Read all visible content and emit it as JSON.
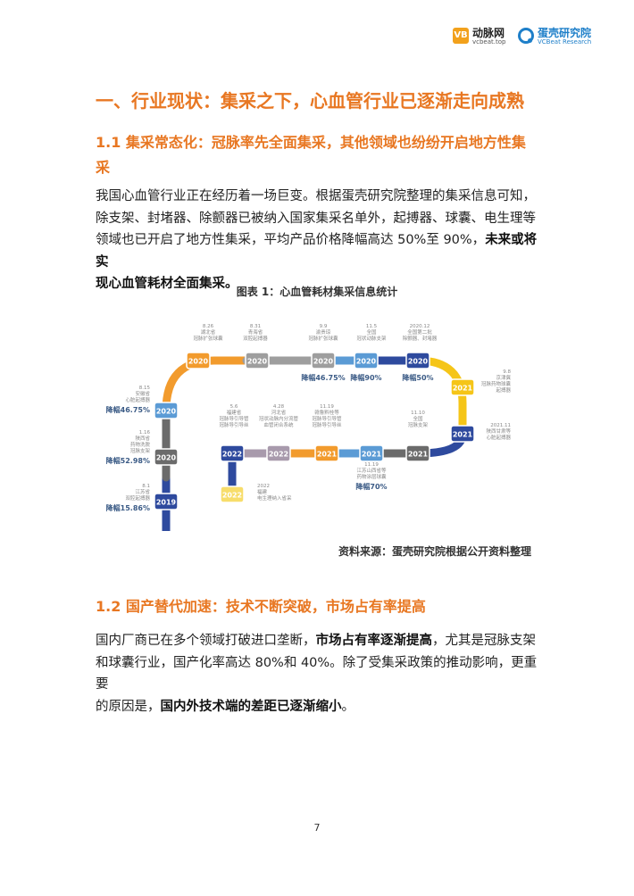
{
  "header": {
    "logo1_mark": "VB",
    "logo1_name": "动脉网",
    "logo1_url": "vcbeat.top",
    "logo2_name": "蛋壳研究院",
    "logo2_sub": "VCBeat Research"
  },
  "heading1": "一、行业现状：集采之下，心血管行业已逐渐走向成熟",
  "section1": {
    "title_line1": "1.1 集采常态化：冠脉率先全面集采，其他领域也纷纷开启地方性集",
    "title_line2": "采",
    "para_lines": [
      "我国心血管行业正在经历着一场巨变。根据蛋壳研究院整理的集采信息可知，",
      "除支架、封堵器、除颤器已被纳入国家集采名单外，起搏器、球囊、电生理等",
      "领域也已开启了地方性集采，平均产品价格降幅高达 50%至 90%，"
    ],
    "para_bold_tail": "未来或将实",
    "para_bold_line": "现心血管耗材全面集采。"
  },
  "figure": {
    "caption": "图表 1：心血管耗材集采信息统计",
    "source": "资料来源：蛋壳研究院根据公开资料整理",
    "colors": {
      "orange": "#f29b2d",
      "grey": "#9e9e9e",
      "blue": "#5b9bd5",
      "navy": "#2e4a9e",
      "yellow": "#f5c518",
      "mauve": "#a89aac",
      "darkgrey": "#6b6b6b",
      "lightyellow": "#f7dd6b"
    },
    "stations": [
      {
        "label": "2019",
        "note": [
          "8.1",
          "江苏省",
          "双腔起搏器"
        ],
        "drop": "降幅15.86%"
      },
      {
        "label": "2020",
        "note": [
          "1.16",
          "陕西省",
          "药物洗脱",
          "冠脉支架"
        ],
        "drop": "降幅52.98%"
      },
      {
        "label": "2020",
        "note": [
          "8.15",
          "安徽省",
          "心脏起搏器"
        ],
        "drop": "降幅46.75%"
      },
      {
        "label": "2020",
        "note": [
          "8.26",
          "湖北省",
          "冠脉扩张球囊"
        ],
        "drop": ""
      },
      {
        "label": "2020",
        "note": [
          "8.31",
          "青海省",
          "双腔起搏器"
        ],
        "drop": ""
      },
      {
        "label": "2020",
        "note": [
          "9.9",
          "渝贵琼",
          "冠脉扩张球囊"
        ],
        "drop": "降幅46.75%"
      },
      {
        "label": "2020",
        "note": [
          "11.5",
          "全国",
          "冠状动脉支架"
        ],
        "drop": "降幅90%"
      },
      {
        "label": "2020",
        "note": [
          "2020.12",
          "全国第二批",
          "除颤器、封堵器"
        ],
        "drop": "降幅50%"
      },
      {
        "label": "2021",
        "note": [
          "9.8",
          "京津冀",
          "冠脉药物球囊",
          "起搏器"
        ],
        "drop": ""
      },
      {
        "label": "2021",
        "note": [
          "2021.11",
          "陕西甘肃等",
          "心脏起搏器"
        ],
        "drop": ""
      },
      {
        "label": "2021",
        "note": [
          "11.10",
          "全国",
          "冠脉支架"
        ],
        "drop": ""
      },
      {
        "label": "2021",
        "note": [
          "11.19",
          "江苏山西省等",
          "药物涂层球囊"
        ],
        "drop": "降幅70%"
      },
      {
        "label": "2021",
        "note": [
          "11.19",
          "赣鲁黔桂等",
          "冠脉导引导管",
          "冠脉导引导丝"
        ],
        "drop": ""
      },
      {
        "label": "2022",
        "note": [
          "4.28",
          "河北省",
          "冠状动脉内分流管",
          "血管闭合系统"
        ],
        "drop": ""
      },
      {
        "label": "2022",
        "note": [
          "5.6",
          "福建省",
          "冠脉导引导管",
          "冠脉导引导丝"
        ],
        "drop": ""
      },
      {
        "label": "2022",
        "note": [
          "2022",
          "福建",
          "电生理纳入省采"
        ],
        "drop": ""
      }
    ]
  },
  "section2": {
    "title": "1.2 国产替代加速：技术不断突破，市场占有率提高",
    "l1_a": "国内厂商已在多个领域打破进口垄断，",
    "l1_b": "市场占有率逐渐提高",
    "l1_c": "，尤其是冠脉支架",
    "l2": "和球囊行业，国产化率高达 80%和 40%。除了受集采政策的推动影响，更重要",
    "l3_a": "的原因是，",
    "l3_b": "国内外技术端的差距已逐渐缩小",
    "l3_c": "。"
  },
  "page_number": "7"
}
